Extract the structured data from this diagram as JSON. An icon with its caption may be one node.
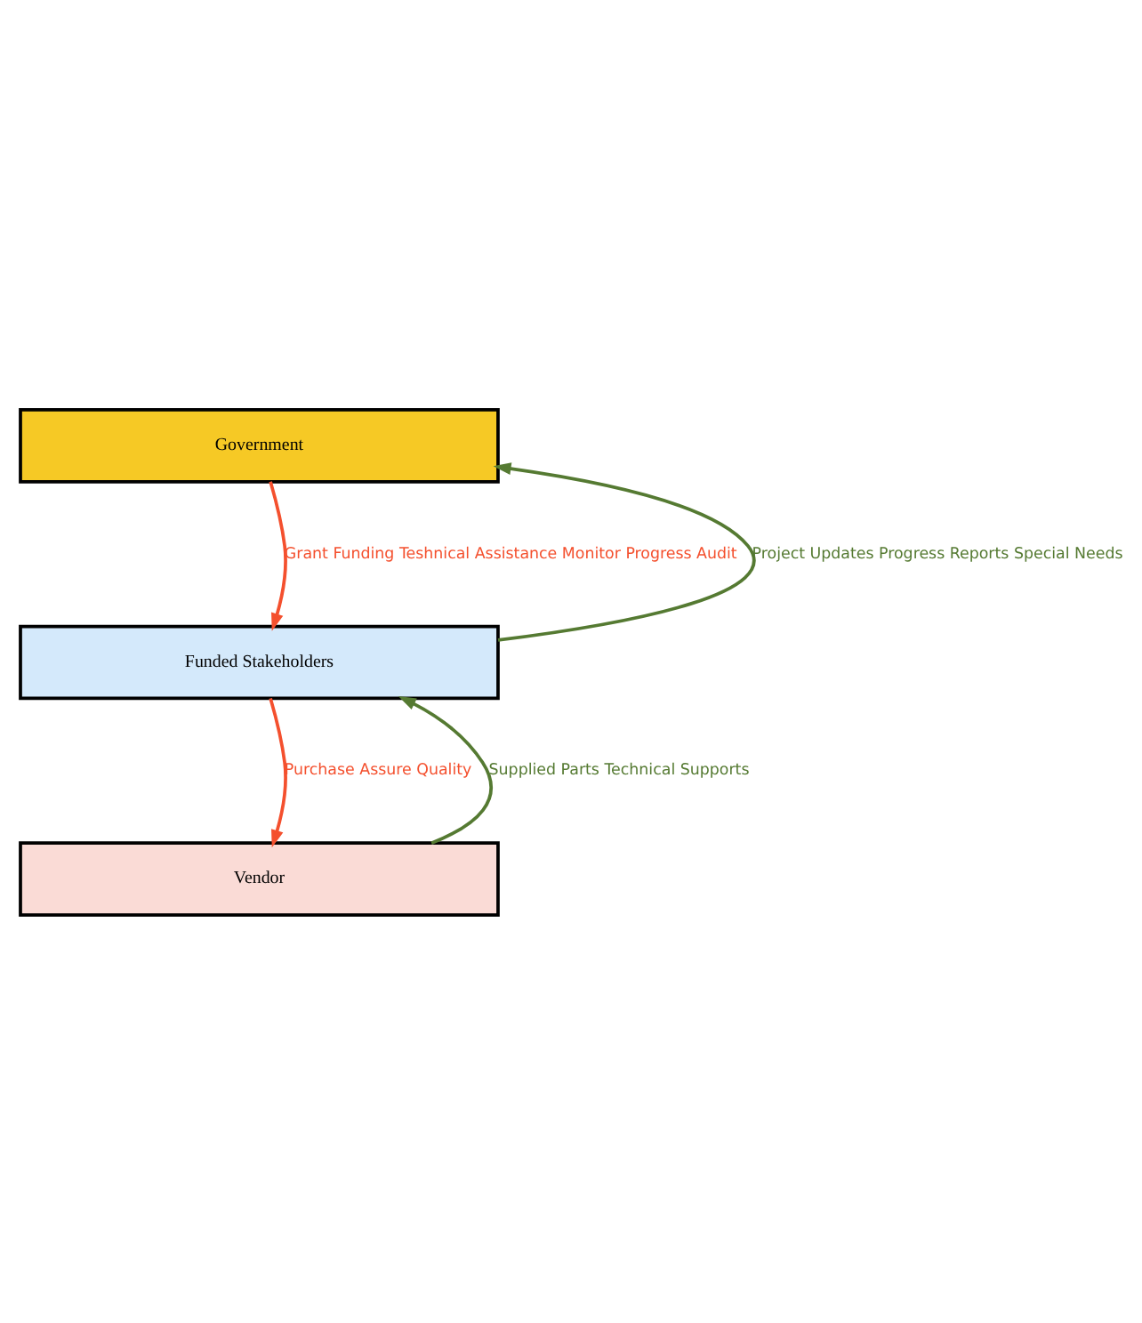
{
  "diagram": {
    "nodes": [
      {
        "text": [
          "Government"
        ]
      },
      {
        "text": [
          "Funded Stakeholders"
        ]
      },
      {
        "text": [
          "Vendor"
        ]
      }
    ],
    "edges": [
      {
        "from": 0,
        "to": 1,
        "arrow": "to",
        "label": "Grant Funding Teshnical Assistance Monitor Progress Audit",
        "color": "#f4502e"
      },
      {
        "from": 1,
        "to": 0,
        "arrow": "to",
        "label": "Project Updates Progress Reports Special Needs",
        "color": "#557a32"
      },
      {
        "from": 1,
        "to": 2,
        "arrow": "to",
        "label": "Purchase Assure Quality",
        "color": "#f4502e"
      },
      {
        "from": 2,
        "to": 1,
        "arrow": "to",
        "label": "Supplied Parts Technical Supports",
        "color": "#557a32"
      }
    ]
  }
}
